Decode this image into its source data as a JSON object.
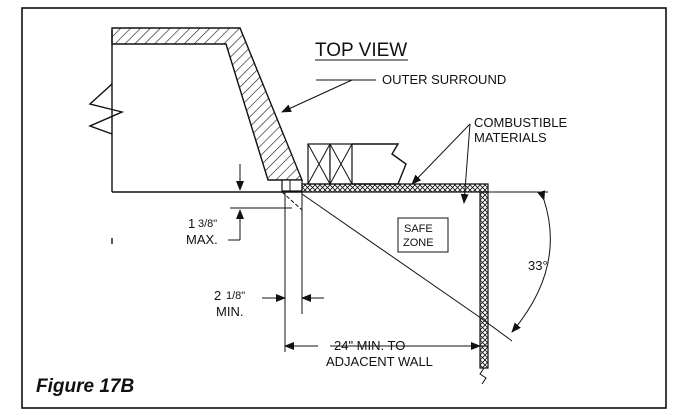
{
  "diagram": {
    "title": "TOP VIEW",
    "labels": {
      "outer_surround": "OUTER SURROUND",
      "combustible_1": "COMBUSTIBLE",
      "combustible_2": "MATERIALS",
      "safe_1": "SAFE",
      "safe_2": "ZONE",
      "dim_1_3_8_whole": "1",
      "dim_1_3_8_frac": "3/8\"",
      "dim_1_3_8_max": "MAX.",
      "dim_2_1_8_whole": "2",
      "dim_2_1_8_frac": "1/8\"",
      "dim_2_1_8_min": "MIN.",
      "angle": "33°",
      "dim_24_1": "24\" MIN. TO",
      "dim_24_2": "ADJACENT WALL"
    },
    "caption": "Figure 17B"
  }
}
